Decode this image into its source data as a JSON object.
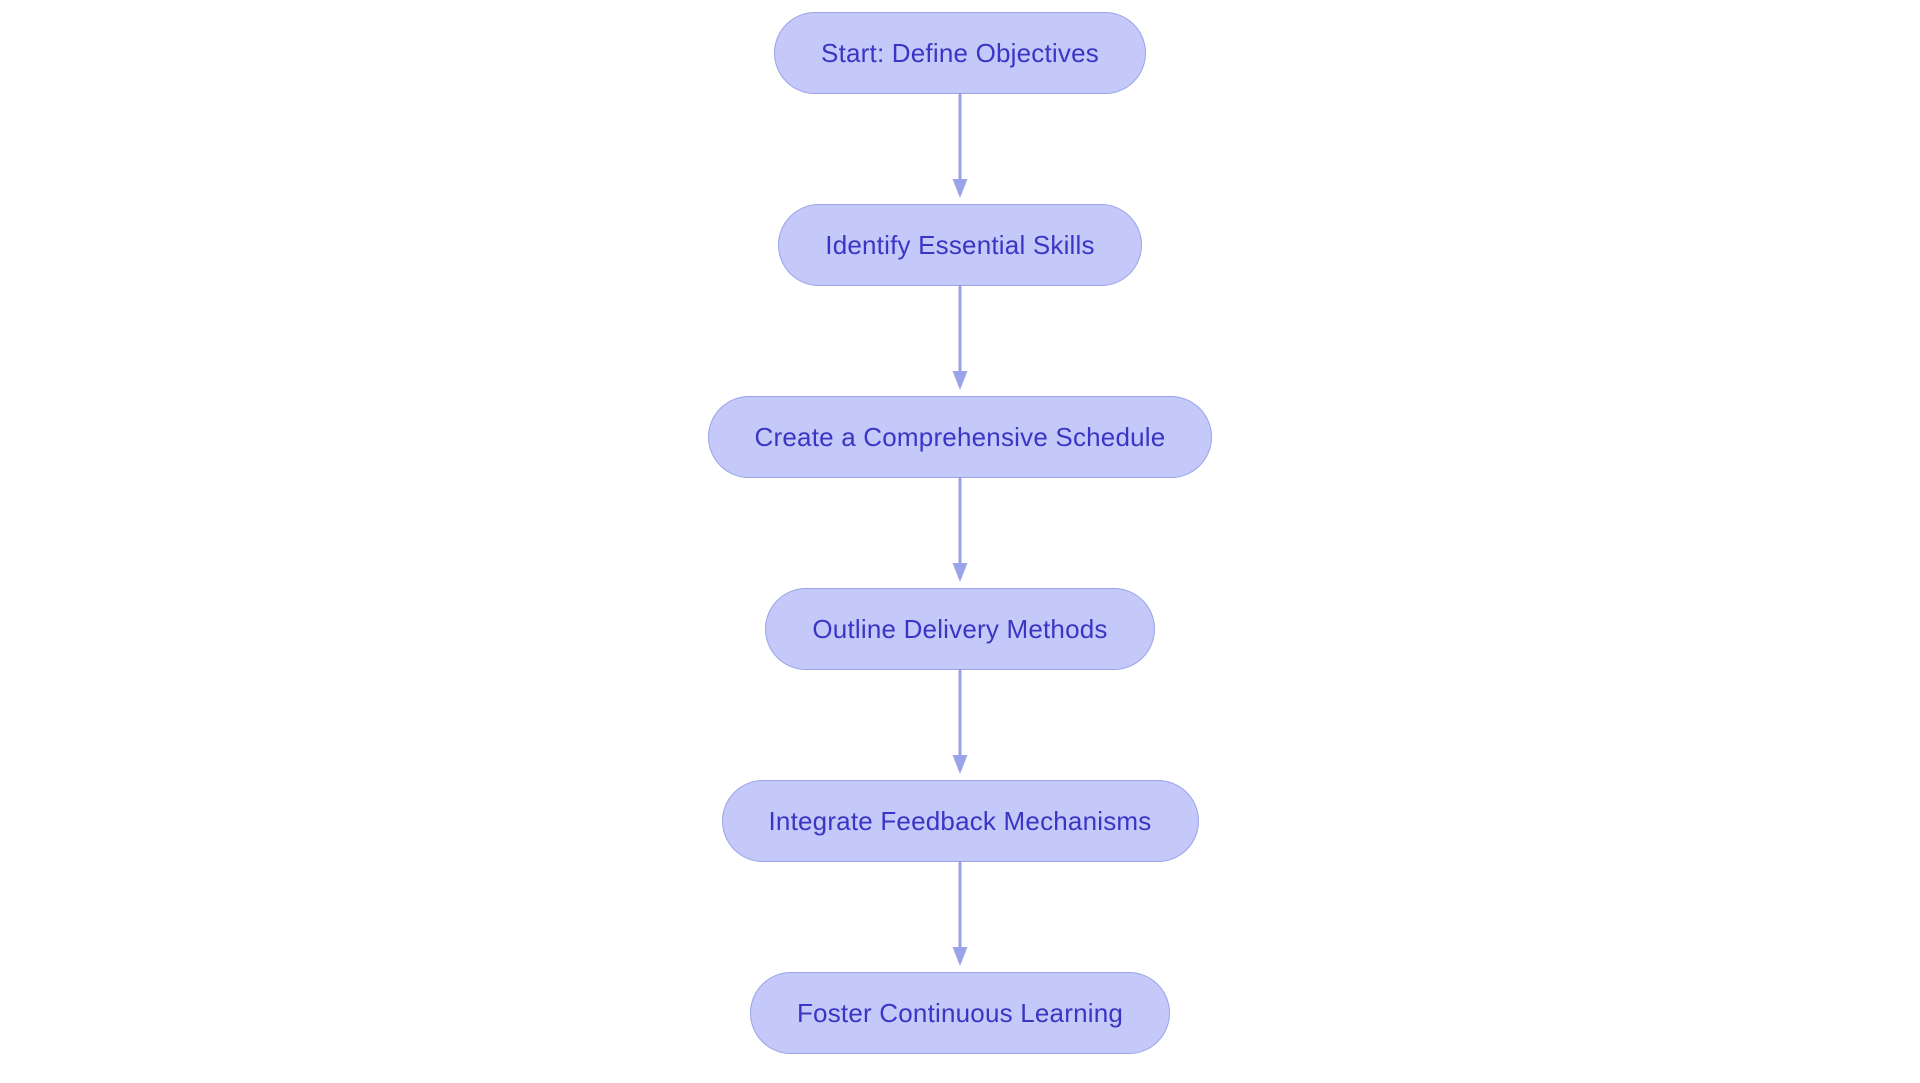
{
  "diagram": {
    "type": "flowchart",
    "orientation": "vertical-top-to-bottom",
    "title": "",
    "background_color": "#ffffff",
    "node_fill_color": "#c5c9f9",
    "node_border_color": "#9aa3e8",
    "node_text_color": "#3a35c4",
    "connector_color": "#9aa3e8",
    "node_shape": "pill",
    "nodes": [
      {
        "id": "n1",
        "label": "Start: Define Objectives"
      },
      {
        "id": "n2",
        "label": "Identify Essential Skills"
      },
      {
        "id": "n3",
        "label": "Create a Comprehensive Schedule"
      },
      {
        "id": "n4",
        "label": "Outline Delivery Methods"
      },
      {
        "id": "n5",
        "label": "Integrate Feedback Mechanisms"
      },
      {
        "id": "n6",
        "label": "Foster Continuous Learning"
      }
    ],
    "edges": [
      {
        "from": "n1",
        "to": "n2",
        "label": "",
        "arrow": "down-arrow-icon"
      },
      {
        "from": "n2",
        "to": "n3",
        "label": "",
        "arrow": "down-arrow-icon"
      },
      {
        "from": "n3",
        "to": "n4",
        "label": "",
        "arrow": "down-arrow-icon"
      },
      {
        "from": "n4",
        "to": "n5",
        "label": "",
        "arrow": "down-arrow-icon"
      },
      {
        "from": "n5",
        "to": "n6",
        "label": "",
        "arrow": "down-arrow-icon"
      }
    ]
  }
}
